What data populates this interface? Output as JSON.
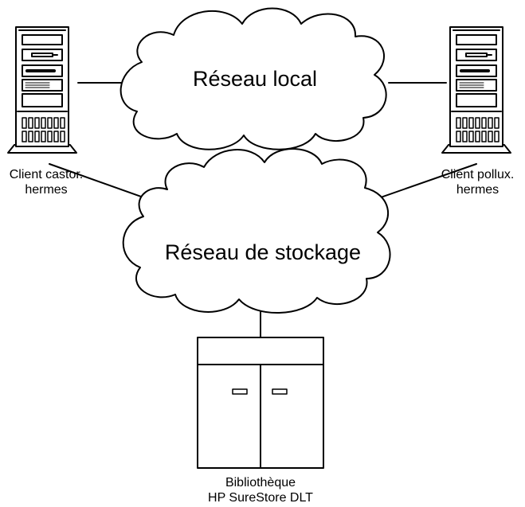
{
  "clouds": {
    "local": "Réseau local",
    "storage": "Réseau de stockage"
  },
  "clients": {
    "left": {
      "line1": "Client castor.",
      "line2": "hermes"
    },
    "right": {
      "line1": "Client pollux.",
      "line2": "hermes"
    }
  },
  "library": {
    "line1": "Bibliothèque",
    "line2": "HP SureStore DLT"
  }
}
